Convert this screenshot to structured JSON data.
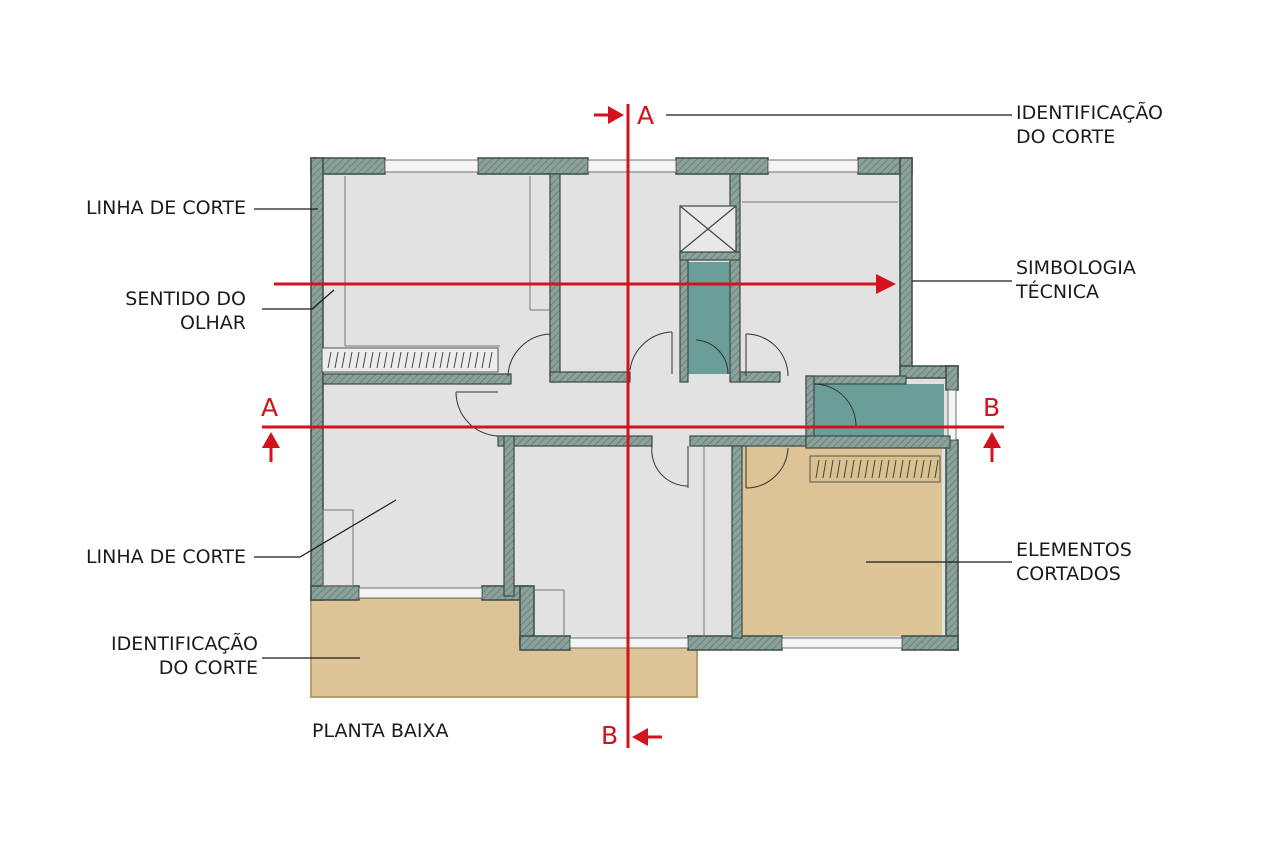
{
  "title": "PLANTA BAIXA",
  "annotations": {
    "identificacao_top": [
      "IDENTIFICAÇÃO",
      "DO CORTE"
    ],
    "linha_corte_top": [
      "LINHA DE CORTE"
    ],
    "sentido_olhar": [
      "SENTIDO DO",
      "OLHAR"
    ],
    "simbologia": [
      "SIMBOLOGIA",
      "TÉCNICA"
    ],
    "linha_corte_bottom": [
      "LINHA DE CORTE"
    ],
    "elementos": [
      "ELEMENTOS",
      "CORTADOS"
    ],
    "identificacao_bottom": [
      "IDENTIFICAÇÃO",
      "DO CORTE"
    ]
  },
  "section_marks": {
    "a_top": "A",
    "a_left": "A",
    "b_right": "B",
    "b_bottom": "B"
  },
  "colors": {
    "wall_fill": "#8aa29b",
    "wall_stroke": "#3b4a46",
    "floor": "#e2e2e2",
    "cut_highlight": "#dcc496",
    "wet_area": "#6b9e98",
    "section_line": "#d4121e",
    "leader": "#1b1b1b"
  }
}
